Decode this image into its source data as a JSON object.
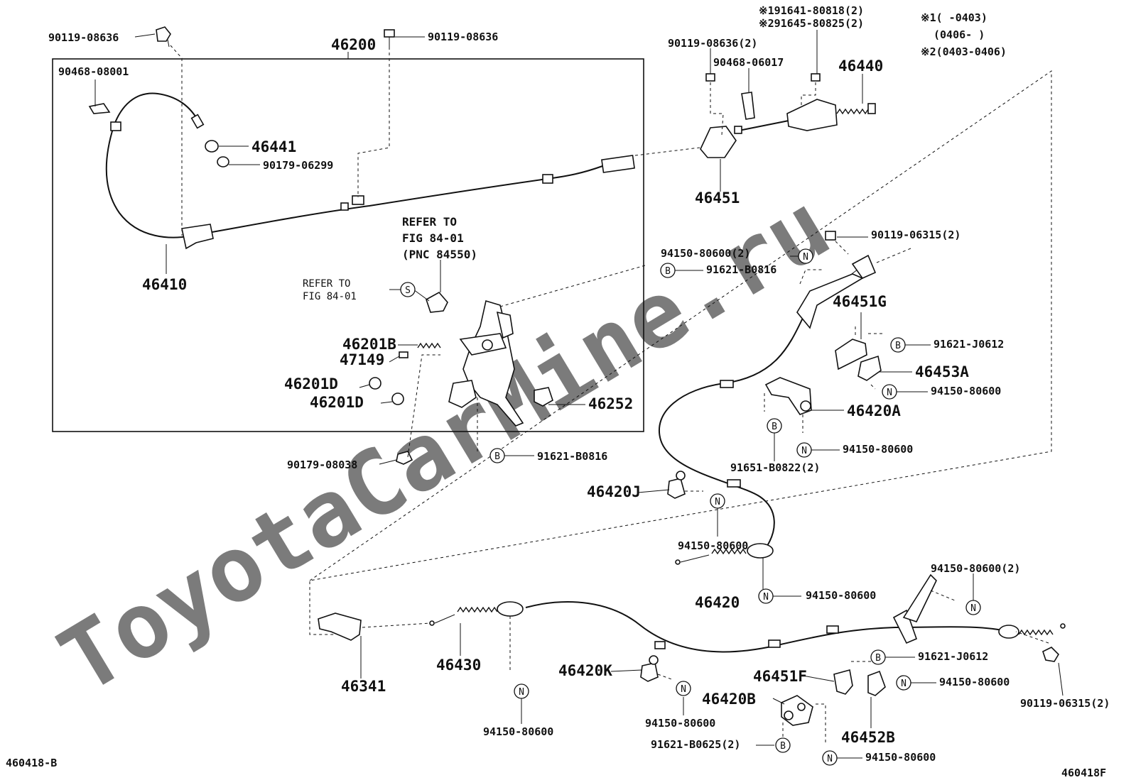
{
  "watermark": "ToyotaCarMine.ru",
  "figure_codes": {
    "left": "460418-B",
    "right": "460418F"
  },
  "notes": {
    "note1_a": "※191641-80818(2)",
    "note1_b": "※291645-80825(2)",
    "legend_1a": "※1(      -0403)",
    "legend_1b": "(0406-      )",
    "legend_2": "※2(0403-0406)"
  },
  "refer": {
    "main_1": "REFER TO",
    "main_2": "FIG 84-01",
    "main_3": "(PNC 84550)",
    "small_1": "REFER TO",
    "small_2": "FIG 84-01"
  },
  "symbols": {
    "N": "N",
    "B": "B",
    "S": "S"
  },
  "labels": {
    "p46200": "46200",
    "p90468_08001": "90468-08001",
    "p90119_08636_l": "90119-08636",
    "p90119_08636_m": "90119-08636",
    "p46441": "46441",
    "p90179_06299": "90179-06299",
    "p46410": "46410",
    "p46201B": "46201B",
    "p47149": "47149",
    "p46201D_a": "46201D",
    "p46201D_b": "46201D",
    "p46252": "46252",
    "p90179_08038": "90179-08038",
    "p91621_B0816_l": "91621-B0816",
    "p90119_08636_2": "90119-08636(2)",
    "p90468_06017": "90468-06017",
    "p46440": "46440",
    "p46451": "46451",
    "p90119_06315_2a": "90119-06315(2)",
    "p94150_80600_2a": "94150-80600(2)",
    "p91621_B0816_r": "91621-B0816",
    "p46451G": "46451G",
    "p91621_J0612_a": "91621-J0612",
    "p46453A": "46453A",
    "p94150_80600_a": "94150-80600",
    "p46420A": "46420A",
    "p94150_80600_b": "94150-80600",
    "p91651_B0822": "91651-B0822(2)",
    "p46420J": "46420J",
    "p94150_80600_c": "94150-80600",
    "p46420": "46420",
    "p94150_80600_d": "94150-80600",
    "p94150_80600_2b": "94150-80600(2)",
    "p46341": "46341",
    "p46430": "46430",
    "p94150_80600_e": "94150-80600",
    "p46420K": "46420K",
    "p94150_80600_f": "94150-80600",
    "p91621_B0625": "91621-B0625(2)",
    "p46420B": "46420B",
    "p94150_80600_g": "94150-80600",
    "p46451F": "46451F",
    "p91621_J0612_b": "91621-J0612",
    "p94150_80600_h": "94150-80600",
    "p46452B": "46452B",
    "p90119_06315_2b": "90119-06315(2)"
  }
}
